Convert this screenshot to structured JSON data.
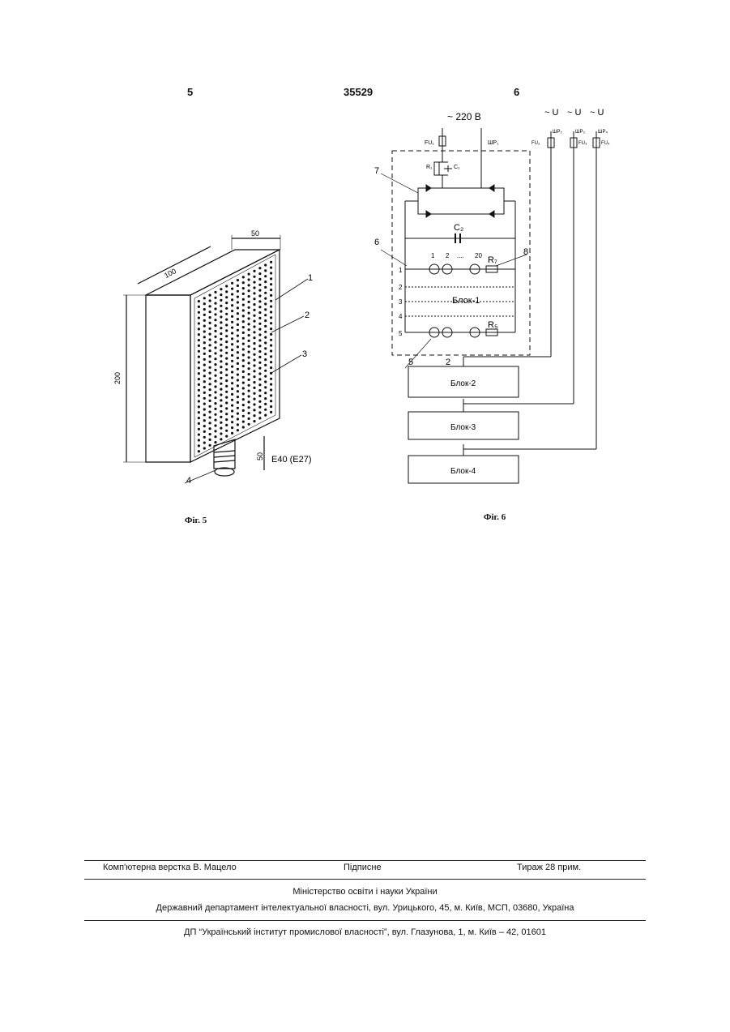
{
  "header": {
    "page_left": "5",
    "patent_number": "35529",
    "page_right": "6"
  },
  "fig5": {
    "caption": "Фіг. 5",
    "dims": {
      "depth": "100",
      "thickness": "50",
      "height": "200",
      "base": "50"
    },
    "base_label": "Е40 (Е27)",
    "callouts": [
      "1",
      "2",
      "3",
      "4"
    ]
  },
  "fig6": {
    "caption": "Фіг. 6",
    "supply": "~ 220 В",
    "supply_ext": [
      "~ U",
      "~ U",
      "~ U"
    ],
    "fuse_main": "FU₁",
    "plug_main": "ШР₁",
    "ext_labels": [
      "FU₂",
      "ШР₂",
      "ШР₃",
      "FU₃",
      "FU₄",
      "ШР₄"
    ],
    "r1": "R₁",
    "c1": "C₁",
    "c2": "C₂",
    "led_numbers": [
      "1",
      "2",
      "....",
      "20"
    ],
    "resistor_top": "R₇",
    "resistor_bottom": "R₅",
    "rows": [
      "1",
      "2",
      "3",
      "4",
      "5"
    ],
    "block1": "Блок-1",
    "callouts": {
      "c7": "7",
      "c6": "6",
      "c8": "8",
      "c5": "5",
      "c2": "2"
    },
    "blocks": [
      "Блок-2",
      "Блок-3",
      "Блок-4"
    ]
  },
  "footer": {
    "layout": "Комп'ютерна верстка В. Мацело",
    "signed": "Підписне",
    "circulation": "Тираж 28 прим.",
    "ministry": "Міністерство освіти і науки України",
    "department": "Державний департамент інтелектуальної власності, вул. Урицького, 45, м. Київ, МСП, 03680, Україна",
    "institute": "ДП “Український інститут промислової власності”, вул. Глазунова, 1, м. Київ – 42, 01601"
  }
}
